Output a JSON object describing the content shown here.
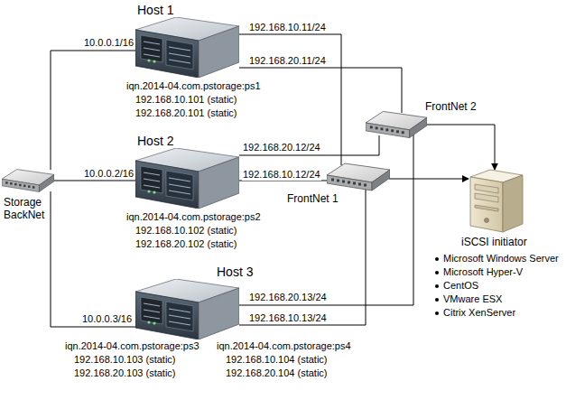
{
  "diagram": {
    "nodes": [
      {
        "text": [
          "Host 1",
          "iqn.2014-04.com.pstorage:ps1",
          "192.168.10.101 (static)",
          "192.168.20.101 (static)"
        ]
      },
      {
        "text": [
          "Host 2",
          "iqn.2014-04.com.pstorage:ps2",
          "192.168.10.102 (static)",
          "192.168.20.102 (static)"
        ]
      },
      {
        "text": [
          "Host 3",
          "iqn.2014-04.com.pstorage:ps3",
          "192.168.10.103 (static)",
          "192.168.20.103 (static)",
          "iqn.2014-04.com.pstorage:ps4",
          "192.168.10.104 (static)",
          "192.168.20.104 (static)"
        ]
      },
      {
        "text": [
          "Storage BackNet"
        ]
      },
      {
        "text": [
          "FrontNet 1"
        ]
      },
      {
        "text": [
          "FrontNet 2"
        ]
      },
      {
        "text": [
          "iSCSI initiator",
          "Microsoft Windows Server",
          "Microsoft Hyper-V",
          "CentOS",
          "VMware ESX",
          "Citrix XenServer"
        ]
      }
    ],
    "edges": [
      {
        "from": 0,
        "to": 3,
        "label": "10.0.0.1/16",
        "arrow": "none"
      },
      {
        "from": 1,
        "to": 3,
        "label": "10.0.0.2/16",
        "arrow": "none"
      },
      {
        "from": 2,
        "to": 3,
        "label": "10.0.0.3/16",
        "arrow": "none"
      },
      {
        "from": 0,
        "to": 4,
        "label": "192.168.10.11/24",
        "arrow": "none"
      },
      {
        "from": 0,
        "to": 5,
        "label": "192.168.20.11/24",
        "arrow": "none"
      },
      {
        "from": 1,
        "to": 5,
        "label": "192.168.20.12/24",
        "arrow": "none"
      },
      {
        "from": 1,
        "to": 4,
        "label": "192.168.10.12/24",
        "arrow": "none"
      },
      {
        "from": 2,
        "to": 5,
        "label": "192.168.20.13/24",
        "arrow": "none"
      },
      {
        "from": 2,
        "to": 4,
        "label": "192.168.10.13/24",
        "arrow": "none"
      },
      {
        "from": 5,
        "to": 6,
        "arrow": "to"
      },
      {
        "from": 4,
        "to": 6,
        "arrow": "to"
      }
    ]
  }
}
